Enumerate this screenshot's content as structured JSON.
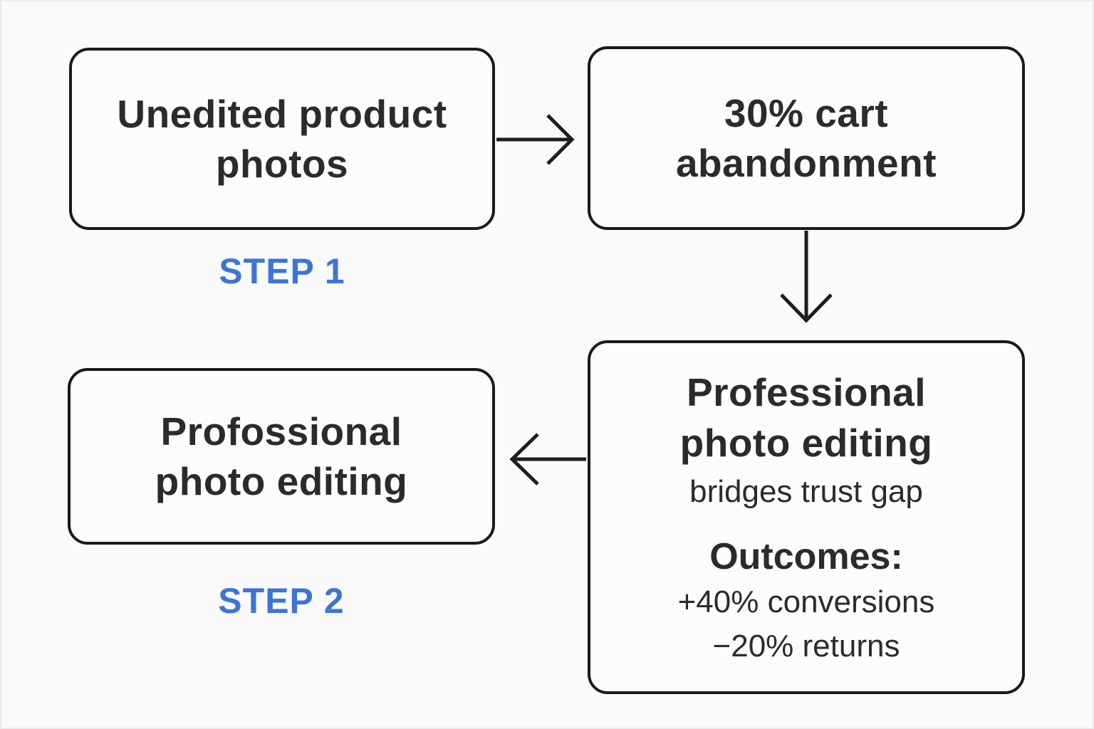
{
  "diagram": {
    "type": "flowchart",
    "colors": {
      "background": "#fafafa",
      "node_border": "#1a1a1a",
      "node_fill": "#fcfcfc",
      "text": "#2b2b2b",
      "step_accent": "#3b76d6",
      "arrow": "#1e1e1e"
    },
    "nodes": {
      "unedited": {
        "title": "Unedited product\nphotos"
      },
      "abandonment": {
        "title": "30% cart\nabandonment"
      },
      "impact": {
        "title": "Professional\nphoto editing",
        "subtitle": "bridges trust gap",
        "outcomes_heading": "Outcomes:",
        "outcomes": [
          "+40% conversions",
          "−20% returns"
        ]
      },
      "professional": {
        "title": "Profossional\nphoto editing"
      }
    },
    "labels": {
      "step1": "STEP 1",
      "step2": "STEP 2"
    },
    "edges": [
      {
        "from": "unedited",
        "to": "abandonment",
        "direction": "right"
      },
      {
        "from": "abandonment",
        "to": "impact",
        "direction": "down"
      },
      {
        "from": "impact",
        "to": "professional",
        "direction": "left"
      }
    ]
  }
}
